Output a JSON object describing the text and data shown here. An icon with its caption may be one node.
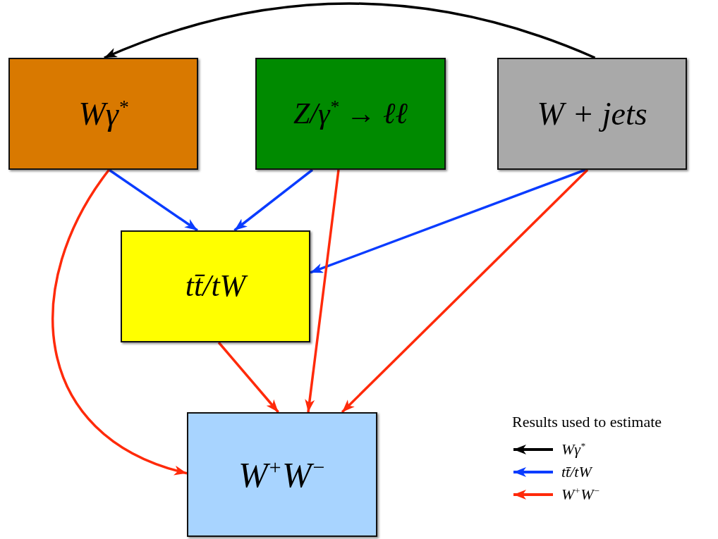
{
  "diagram": {
    "nodes": [
      {
        "text": [
          "Wγ$^{*}$"
        ]
      },
      {
        "text": [
          "Z/γ$^{*}$ → ℓℓ"
        ]
      },
      {
        "text": [
          "W + jets"
        ]
      },
      {
        "text": [
          "tt̄/tW"
        ]
      },
      {
        "text": [
          "W$^{+}$W$^{−}$"
        ]
      }
    ],
    "edges": [
      {
        "from": 2,
        "to": 0,
        "arrow": "to",
        "color": "#000000"
      },
      {
        "from": 0,
        "to": 3,
        "arrow": "to",
        "color": "#0a3cff"
      },
      {
        "from": 1,
        "to": 3,
        "arrow": "to",
        "color": "#0a3cff"
      },
      {
        "from": 2,
        "to": 3,
        "arrow": "to",
        "color": "#0a3cff"
      },
      {
        "from": 0,
        "to": 4,
        "arrow": "to",
        "color": "#ff2a0a"
      },
      {
        "from": 1,
        "to": 4,
        "arrow": "to",
        "color": "#ff2a0a"
      },
      {
        "from": 2,
        "to": 4,
        "arrow": "to",
        "color": "#ff2a0a"
      },
      {
        "from": 3,
        "to": 4,
        "arrow": "to",
        "color": "#ff2a0a"
      }
    ],
    "labels": [
      "Results used to estimate"
    ],
    "legend": [
      {
        "text": "Wγ$^{*}$",
        "color": "#000000"
      },
      {
        "text": "tt̄/tW",
        "color": "#0a3cff"
      },
      {
        "text": "W$^{+}$W$^{−}$",
        "color": "#ff2a0a"
      }
    ]
  }
}
